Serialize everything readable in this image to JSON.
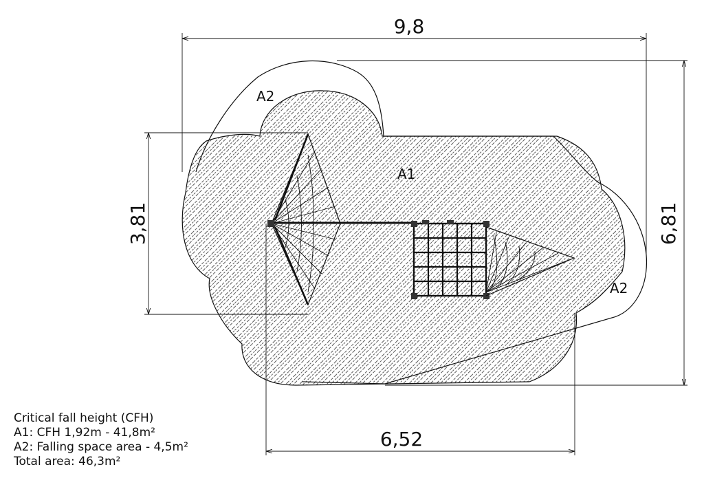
{
  "dimensions": {
    "overall_width": "9,8",
    "overall_depth": "6,81",
    "left_net_height": "3,81",
    "bottom_width": "6,52"
  },
  "zones": {
    "a1": "A1",
    "a2_top": "A2",
    "a2_right": "A2"
  },
  "legend": {
    "title": "Critical fall height (CFH)",
    "a1": "A1: CFH 1,92m - 41,8m²",
    "a2": "A2: Falling space area - 4,5m²",
    "total": "Total area: 46,3m²"
  }
}
